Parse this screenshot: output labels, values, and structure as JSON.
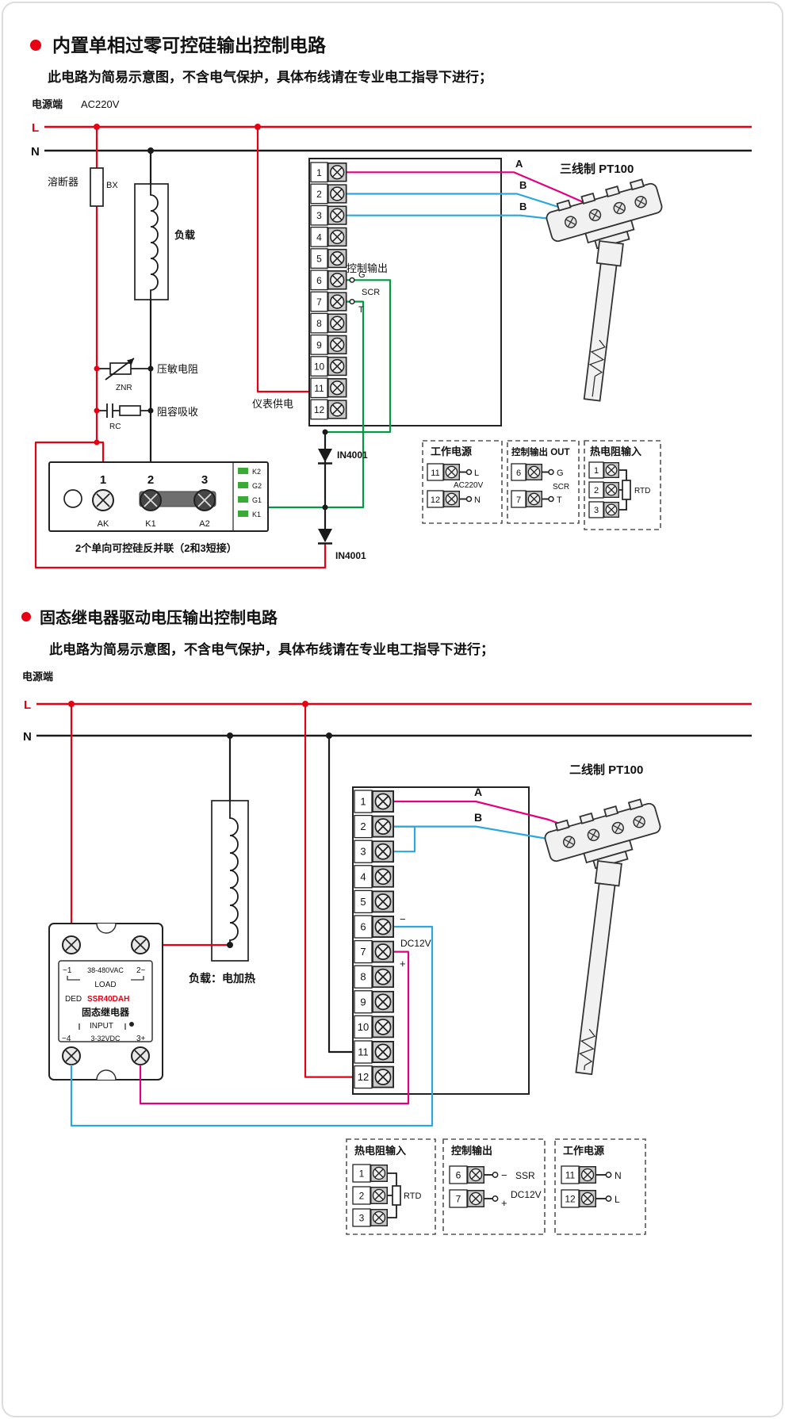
{
  "colors": {
    "red": "#e60012",
    "mag": "#e3007f",
    "blue": "#2ba7df",
    "green": "#009a44"
  },
  "s1": {
    "title": "内置单相过零可控硅输出控制电路",
    "subtitle": "此电路为简易示意图，不含电气保护，具体布线请在专业电工指导下进行；",
    "power_label": "电源端",
    "voltage": "AC220V",
    "line_l": "L",
    "line_n": "N",
    "fuse_name": "溶断器",
    "fuse_code": "BX",
    "load_label": "负载",
    "varistor_name": "压敏电阻",
    "varistor_code": "ZNR",
    "rc_name": "阻容吸收",
    "rc_code": "RC",
    "meter_supply": "仪表供电",
    "ctrl_out": "控制输出",
    "sig_g": "G",
    "sig_scr": "SCR",
    "sig_t": "T",
    "wire_a": "A",
    "wire_b1": "B",
    "wire_b2": "B",
    "pt100_label": "三线制 PT100",
    "terminals": [
      "1",
      "2",
      "3",
      "4",
      "5",
      "6",
      "7",
      "8",
      "9",
      "10",
      "11",
      "12"
    ],
    "diode1": "IN4001",
    "diode2": "IN4001",
    "scr": {
      "t1": "1",
      "t2": "2",
      "t3": "3",
      "b1": "AK",
      "b2": "K1",
      "b3": "A2",
      "s1": "K2",
      "s2": "G2",
      "s3": "G1",
      "s4": "K1",
      "caption": "2个单向可控硅反并联（2和3短接）"
    },
    "legend_power": {
      "title": "工作电源",
      "t1": "11",
      "t2": "12",
      "l": "L",
      "n": "N",
      "mid": "AC220V"
    },
    "legend_out": {
      "title": "控制输出 OUT",
      "t1": "6",
      "t2": "7",
      "g": "G",
      "t": "T",
      "mid": "SCR"
    },
    "legend_rtd": {
      "title": "热电阻输入",
      "t1": "1",
      "t2": "2",
      "t3": "3",
      "label": "RTD"
    }
  },
  "s2": {
    "title": "固态继电器驱动电压输出控制电路",
    "subtitle": "此电路为简易示意图，不含电气保护，具体布线请在专业电工指导下进行；",
    "power_label": "电源端",
    "line_l": "L",
    "line_n": "N",
    "ssr": {
      "r1l": "~1",
      "r1m": "38-480VAC",
      "r1r": "2~",
      "load": "LOAD",
      "brand": "DED",
      "model": "SSR40DAH",
      "name": "固态继电器",
      "input": "INPUT",
      "r6l": "−4",
      "r6m": "3-32VDC",
      "r6r": "3+"
    },
    "load_label": "负载：电加热",
    "pt100_label": "二线制 PT100",
    "wire_a": "A",
    "wire_b": "B",
    "minus": "−",
    "dc12v": "DC12V",
    "plus": "+",
    "terminals": [
      "1",
      "2",
      "3",
      "4",
      "5",
      "6",
      "7",
      "8",
      "9",
      "10",
      "11",
      "12"
    ],
    "legend_rtd": {
      "title": "热电阻输入",
      "t1": "1",
      "t2": "2",
      "t3": "3",
      "label": "RTD"
    },
    "legend_out": {
      "title": "控制输出",
      "t1": "6",
      "t2": "7",
      "minus": "−",
      "plus": "+",
      "ssr": "SSR",
      "dc12v": "DC12V"
    },
    "legend_power": {
      "title": "工作电源",
      "t1": "11",
      "t2": "12",
      "n": "N",
      "l": "L"
    }
  }
}
